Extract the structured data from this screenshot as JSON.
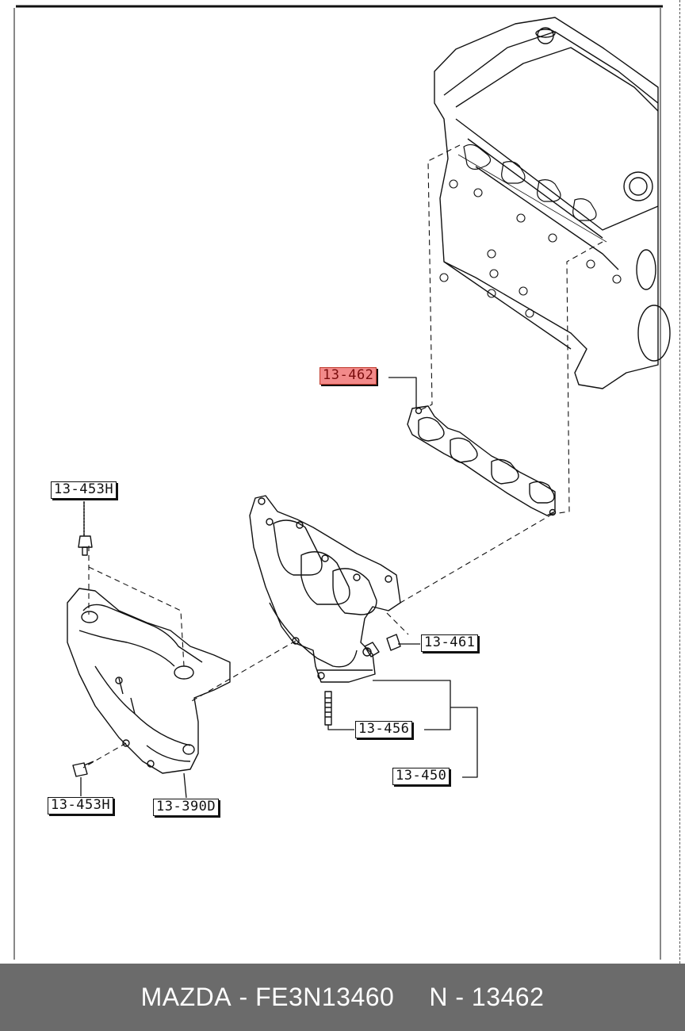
{
  "parts": {
    "gasket": "13-462",
    "bolt_top": "13-453H",
    "bolt_bottom": "13-453H",
    "insulator": "13-390D",
    "nut": "13-461",
    "stud": "13-456",
    "manifold": "13-450"
  },
  "footer": {
    "make": "MAZDA",
    "separator": "-",
    "part_number": "FE3N13460",
    "ref_number": "N - 13462"
  },
  "colors": {
    "highlight": "#f28a8a",
    "footer_bg": "#6b6b6b",
    "line": "#111111"
  }
}
